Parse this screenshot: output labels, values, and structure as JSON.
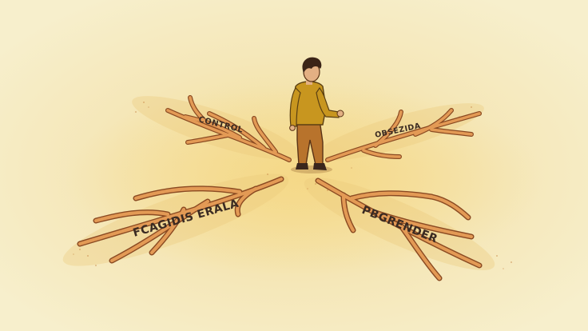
{
  "illustration": {
    "subject": "person standing at a crossroads of branching paths",
    "labels": {
      "top_left": "CONTROL",
      "top_right": "OBSEZIDA",
      "bottom_left": "FCAGIDIS ERALA",
      "bottom_right": "PBGRENDER"
    },
    "colors": {
      "background": "#f7efc9",
      "glow": "#f0d98c",
      "branch_fill": "#e39a55",
      "branch_outline": "#8a4a22",
      "label_text": "#3a2a22",
      "sweater": "#c8961f",
      "pants": "#b8732c",
      "hair": "#3b2417",
      "skin": "#e3b083",
      "shoes": "#3a261c"
    }
  }
}
